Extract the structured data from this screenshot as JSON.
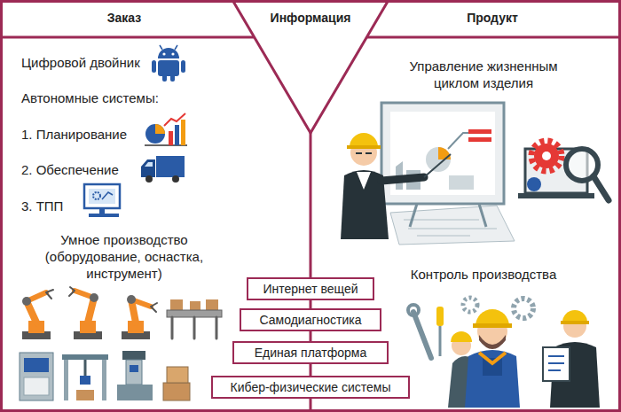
{
  "diagram": {
    "nodes": [
      {
        "text": [
          "Интернет вещей"
        ]
      },
      {
        "text": [
          "Самодиагностика"
        ]
      },
      {
        "text": [
          "Единая платформа"
        ]
      },
      {
        "text": [
          "Кибер-физические системы"
        ]
      }
    ],
    "labels": [
      "Заказ",
      "Информация",
      "Продукт",
      "Цифровой двойник",
      "Автономные системы:",
      "1. Планирование",
      "2. Обеспечение",
      "3. ТПП",
      "Умное производство (оборудование, оснастка, инструмент)",
      "Управление жизненным циклом изделия",
      "Контроль производства"
    ]
  }
}
